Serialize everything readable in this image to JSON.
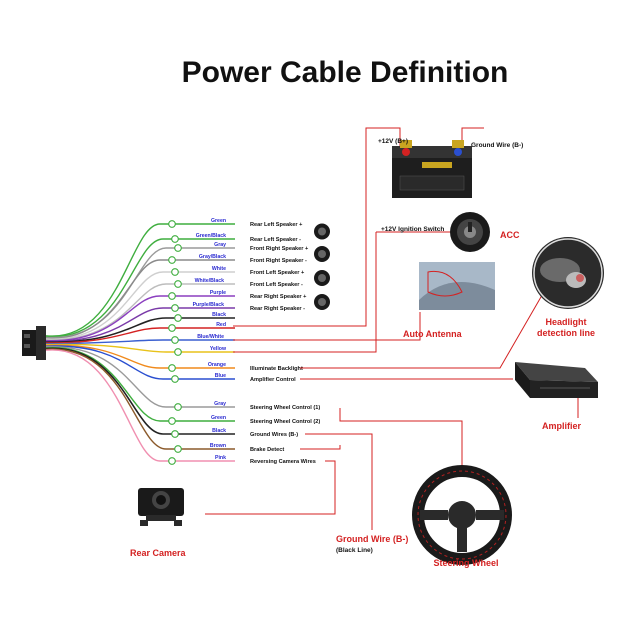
{
  "title": "Power Cable Definition",
  "wires": [
    {
      "color": "Green",
      "function": "Rear Left Speaker +",
      "stroke": "#3fae3f"
    },
    {
      "color": "Green/Black",
      "function": "Rear Left Speaker -",
      "stroke": "#3fae3f"
    },
    {
      "color": "Gray",
      "function": "Front Right Speaker +",
      "stroke": "#9a9a9a"
    },
    {
      "color": "Gray/Black",
      "function": "Front Right Speaker -",
      "stroke": "#8a8a8a"
    },
    {
      "color": "White",
      "function": "Front Left Speaker +",
      "stroke": "#cfcfcf"
    },
    {
      "color": "White/Black",
      "function": "Front Left Speaker -",
      "stroke": "#bdbdbd"
    },
    {
      "color": "Purple",
      "function": "Rear Right Speaker +",
      "stroke": "#8b3fbf"
    },
    {
      "color": "Purple/Black",
      "function": "Rear Right Speaker -",
      "stroke": "#7a3aa8"
    },
    {
      "color": "Black",
      "function": "",
      "stroke": "#222222"
    },
    {
      "color": "Red",
      "function": "",
      "stroke": "#d42222"
    },
    {
      "color": "Blue/White",
      "function": "",
      "stroke": "#3a5fd0"
    },
    {
      "color": "Yellow",
      "function": "",
      "stroke": "#e8c21a"
    },
    {
      "color": "Orange",
      "function": "Illuminate Backlight",
      "stroke": "#f08a1c"
    },
    {
      "color": "Blue",
      "function": "Amplifier Control",
      "stroke": "#2a4fd0"
    },
    {
      "color": "Gray",
      "function": "Steering Wheel Control (1)",
      "stroke": "#9a9a9a"
    },
    {
      "color": "Green",
      "function": "Steering Wheel Control (2)",
      "stroke": "#3fae3f"
    },
    {
      "color": "Black",
      "function": "Ground Wires (B-)",
      "stroke": "#222222"
    },
    {
      "color": "Brown",
      "function": "Brake Detect",
      "stroke": "#8b5a2b"
    },
    {
      "color": "Pink",
      "function": "Reversing Camera Wires",
      "stroke": "#f08fb0"
    }
  ],
  "labels": {
    "battery_plus": "+12V  (B+)",
    "ground_wire": "Ground Wire (B-)",
    "ignition": "+12V  Ignition Switch",
    "acc": "ACC",
    "auto_antenna": "Auto Antenna",
    "headlight": "Headlight",
    "detection_line": "detection line",
    "amplifier": "Amplifier",
    "rear_camera": "Rear Camera",
    "ground_bottom_1": "Ground Wire (B-)",
    "ground_bottom_2": "(Black Line)",
    "steering_wheel": "Steering Wheel"
  },
  "colors": {
    "accent_red": "#d42222",
    "label_blue": "#2a2ad0"
  }
}
